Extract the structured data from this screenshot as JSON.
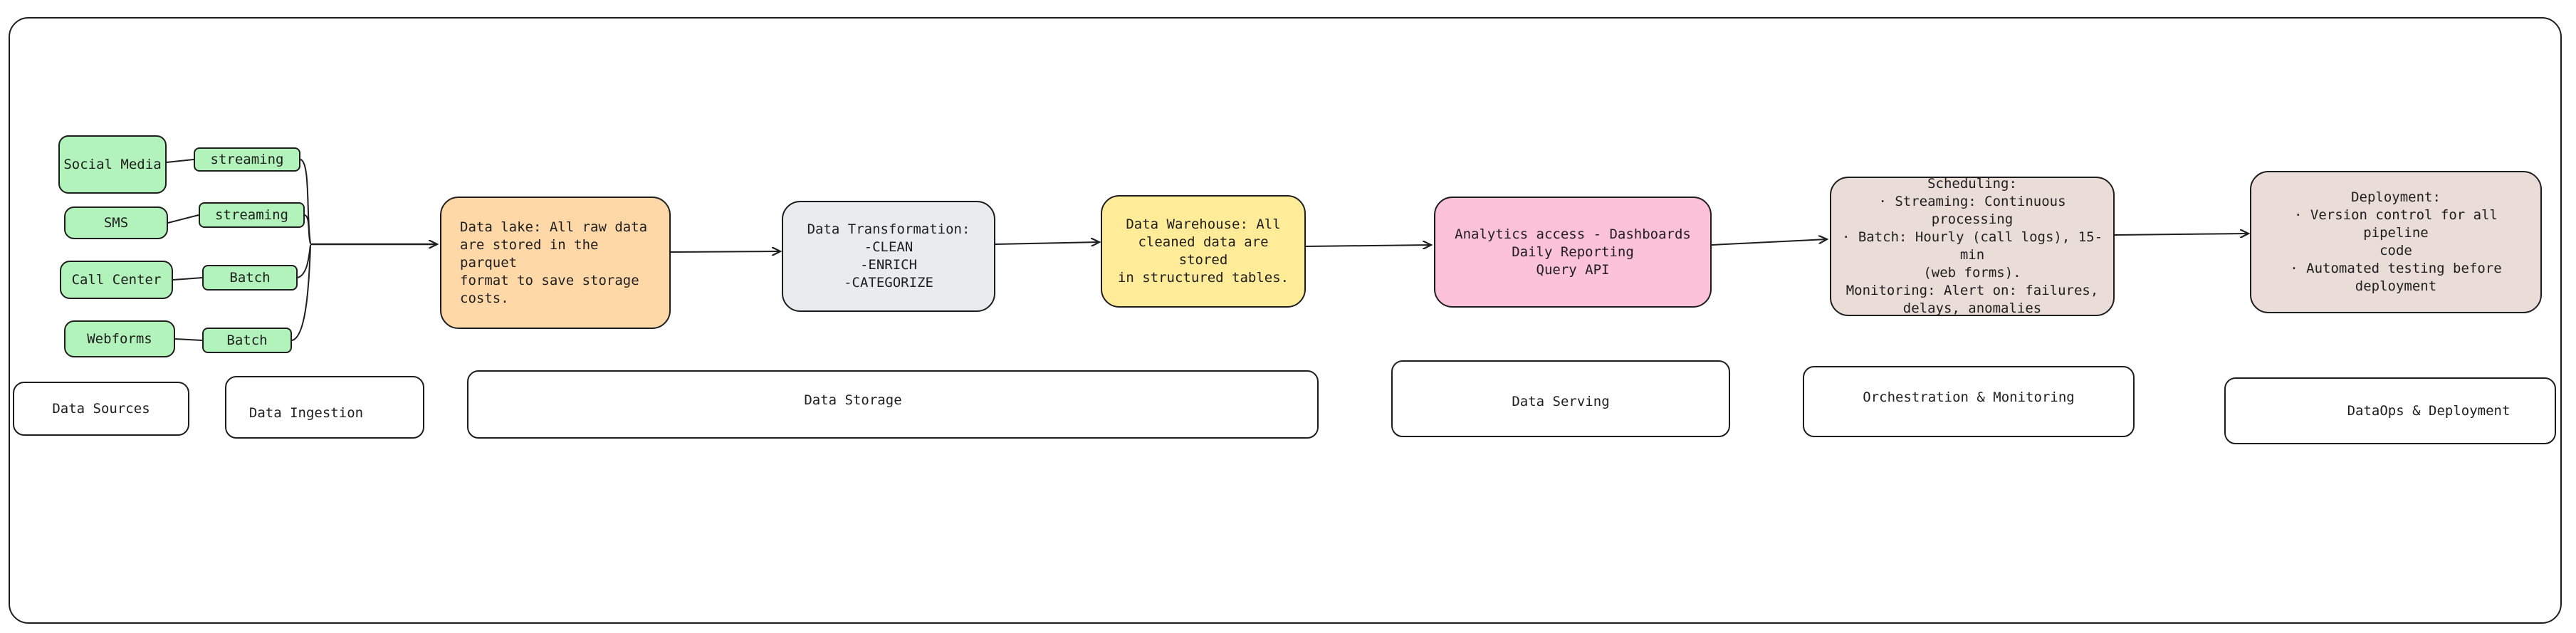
{
  "sources": [
    {
      "label": "Social Media",
      "ingestion": "streaming"
    },
    {
      "label": "SMS",
      "ingestion": "streaming"
    },
    {
      "label": "Call Center",
      "ingestion": "Batch"
    },
    {
      "label": "Webforms",
      "ingestion": "Batch"
    }
  ],
  "pipeline": {
    "data_lake": "Data lake: All raw data\nare stored in the parquet\nformat to save storage\ncosts.",
    "transformation": "Data Transformation:\n-CLEAN\n-ENRICH\n-CATEGORIZE",
    "warehouse": "Data Warehouse: All\ncleaned data are stored\nin structured tables.",
    "serving": "Analytics access - Dashboards\nDaily Reporting\nQuery API",
    "orchestration": "Scheduling:\n· Streaming: Continuous processing\n· Batch: Hourly (call logs), 15-min\n(web forms).\nMonitoring: Alert on: failures,\ndelays, anomalies",
    "deployment": "Deployment:\n· Version control for all pipeline\ncode\n· Automated testing before\ndeployment"
  },
  "stages": {
    "data_sources": "Data Sources",
    "data_ingestion": "Data Ingestion",
    "data_storage": "Data Storage",
    "data_serving": "Data Serving",
    "orchestration": "Orchestration & Monitoring",
    "dataops": "DataOps & Deployment"
  },
  "colors": {
    "source_fill": "#b2f2bb",
    "data_lake_fill": "#ffd8a8",
    "transformation_fill": "#e9ecef",
    "warehouse_fill": "#ffec99",
    "serving_fill": "#fcc2d7",
    "orchestration_fill": "#eaddd7",
    "deployment_fill": "#eaddd7",
    "stroke": "#1e1e1e"
  }
}
